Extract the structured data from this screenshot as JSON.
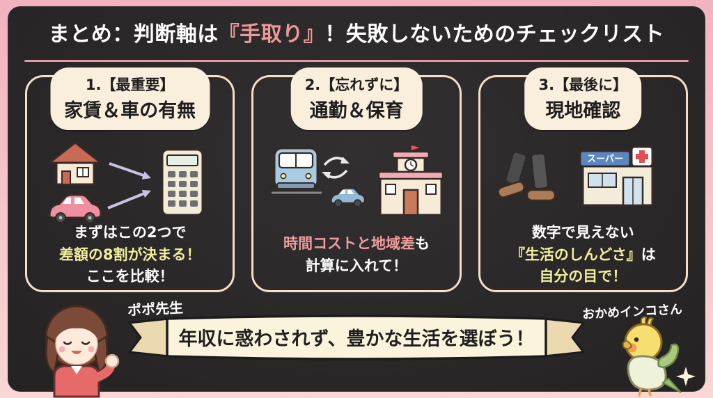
{
  "title": {
    "part1": "まとめ：判断軸は",
    "highlight": "『手取り』",
    "part2": "！失敗しないためのチェックリスト"
  },
  "cards": [
    {
      "header_line1": "1.【最重要】",
      "header_line2": "家賃＆車の有無",
      "icons": [
        "house-icon",
        "pink-car-icon",
        "merge-arrows-icon",
        "calculator-icon"
      ],
      "body_line1": "まずはこの2つで",
      "body_line2": "差額の8割が決まる！",
      "body_line3": "ここを比較！"
    },
    {
      "header_line1": "2.【忘れずに】",
      "header_line2": "通勤＆保育",
      "icons": [
        "train-icon",
        "swap-arrows-icon",
        "blue-car-icon",
        "school-icon"
      ],
      "body_line1_highlight": "時間コストと地域差",
      "body_line1_rest": "も",
      "body_line2": "計算に入れて！"
    },
    {
      "header_line1": "3.【最後に】",
      "header_line2": "現地確認",
      "icons": [
        "walking-feet-icon",
        "supermarket-icon",
        "pharmacy-cross-icon"
      ],
      "store_sign": "スーパー",
      "body_line1": "数字で見えない",
      "body_line2_highlight": "『生活のしんどさ』",
      "body_line2_rest": "は",
      "body_line3": "自分の目で！"
    }
  ],
  "banner": {
    "text": "年収に惑わされず、豊かな生活を選ぼう！"
  },
  "characters": {
    "left_label": "ポポ先生",
    "right_label": "おかめインコさん"
  },
  "colors": {
    "frame_pink": "#f3b7c3",
    "board_dark": "#2b2929",
    "card_border": "#f6dfc4",
    "pill_bg": "#faeedd",
    "title_highlight": "#ef9a9a",
    "yellow_highlight": "#f3ee9e",
    "pink_highlight": "#f09c9c",
    "banner_bg": "#fbf4dc",
    "text_white": "#ffffff",
    "text_dark": "#1e1e1e"
  }
}
